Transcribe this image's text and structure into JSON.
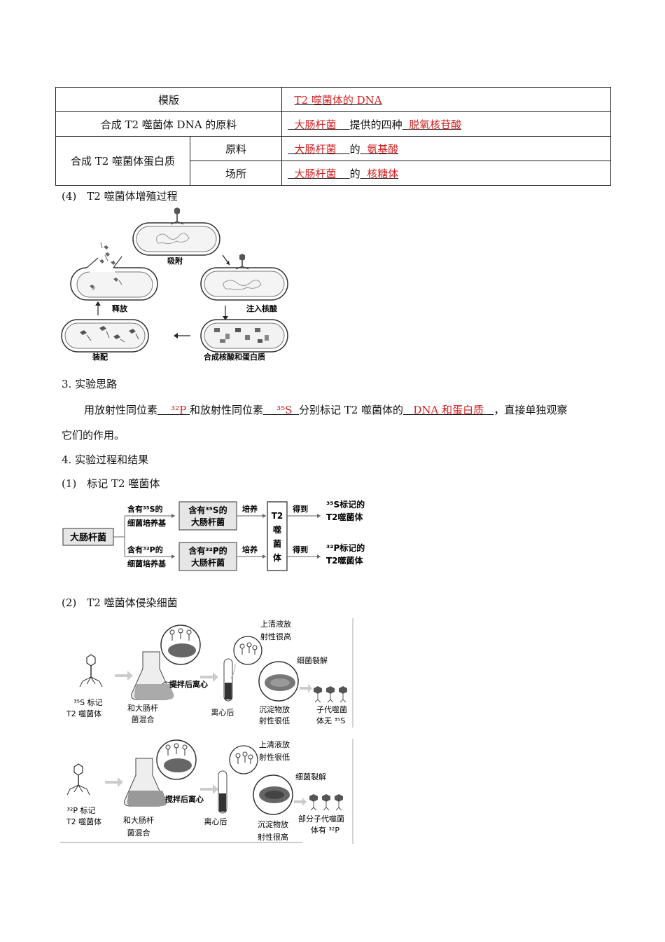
{
  "table": {
    "r1_label": "模版",
    "r1_answer": "T2 噬菌体的 DNA",
    "r2_label": "合成 T2 噬菌体 DNA 的原料",
    "r2_answer1": "大肠杆菌",
    "r2_mid": "提供的四种",
    "r2_answer2": "脱氧核苷酸",
    "r3_group": "合成 T2 噬菌体蛋白质",
    "r3_sub": "原料",
    "r3_answer1": "大肠杆菌",
    "r3_mid": "的",
    "r3_answer2": "氨基酸",
    "r4_sub": "场所",
    "r4_answer1": "大肠杆菌",
    "r4_mid": "的",
    "r4_answer2": "核糖体"
  },
  "sec4_heading": "(4)　T2 噬菌体增殖过程",
  "cycle": {
    "adsorb": "吸附",
    "inject": "注入核酸",
    "synth": "合成核酸和蛋白质",
    "assemble": "装配",
    "release": "释放"
  },
  "s3": {
    "heading": "3. 实验思路",
    "p1": "用放射性同位素",
    "a1": "³²P",
    "p2": "和放射性同位素",
    "a2": "³⁵S",
    "p3": "分别标记 T2 噬菌体的",
    "a3": "DNA 和蛋白质",
    "p4": "，直接单独观察",
    "line2": "它们的作用。"
  },
  "s4": {
    "heading": "4. 实验过程和结果",
    "sub1": "(1)　标记 T2 噬菌体",
    "sub2": "(2)　T2 噬菌体侵染细菌"
  },
  "flow": {
    "ecoli": "大肠杆菌",
    "top_medium_1": "含有³⁵S的",
    "top_medium_2": "细菌培养基",
    "top_box_1": "含有³⁵S的",
    "top_box_2": "大肠杆菌",
    "bot_medium_1": "含有³²P的",
    "bot_medium_2": "细菌培养基",
    "bot_box_1": "含有³²P的",
    "bot_box_2": "大肠杆菌",
    "culture": "培养",
    "phage_1": "T2",
    "phage_2": "噬",
    "phage_3": "菌",
    "phage_4": "体",
    "get": "得到",
    "res_top_1": "³⁵S标记的",
    "res_top_2": "T2噬菌体",
    "res_bot_1": "³²P标记的",
    "res_bot_2": "T2噬菌体"
  },
  "infect_top": {
    "phage_1": "³⁵S 标记",
    "phage_2": "T2 噬菌体",
    "mix_1": "和大肠杆",
    "mix_2": "菌混合",
    "stir": "提拌后离心",
    "cent": "离心后",
    "super_1": "上清液放",
    "super_2": "射性很高",
    "lysis": "细菌裂解",
    "pellet_1": "沉淀物放",
    "pellet_2": "射性很低",
    "prog_1": "子代噬菌",
    "prog_2": "体无 ³⁵S"
  },
  "infect_bot": {
    "phage_1": "³²P 标记",
    "phage_2": "T2 噬菌体",
    "mix_1": "和大肠杆",
    "mix_2": "菌混合",
    "stir": "搅拌后离心",
    "cent": "离心后",
    "super_1": "上清液放",
    "super_2": "射性很低",
    "lysis": "细菌裂解",
    "pellet_1": "沉淀物放",
    "pellet_2": "射性很高",
    "prog_1": "部分子代噬菌",
    "prog_2": "体有 ³²P"
  }
}
